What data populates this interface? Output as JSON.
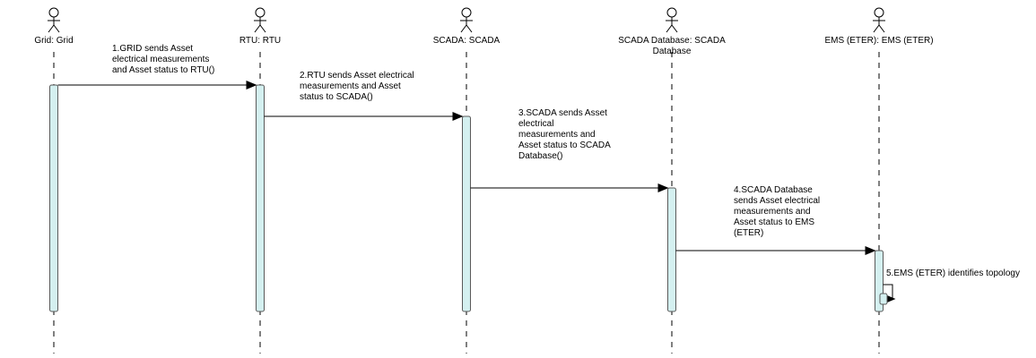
{
  "diagram": {
    "type": "sequence",
    "colors": {
      "line": "#000000",
      "activation_fill": "#d4f0f0",
      "activation_stroke": "#5a5a5a",
      "background": "#ffffff"
    },
    "lifelines": [
      {
        "id": "grid",
        "label_lines": [
          "Grid: Grid"
        ]
      },
      {
        "id": "rtu",
        "label_lines": [
          "RTU: RTU"
        ]
      },
      {
        "id": "scada",
        "label_lines": [
          "SCADA: SCADA"
        ]
      },
      {
        "id": "scada-db",
        "label_lines": [
          "SCADA Database: SCADA",
          "Database"
        ]
      },
      {
        "id": "ems",
        "label_lines": [
          "EMS (ETER): EMS (ETER)"
        ]
      }
    ],
    "messages": [
      {
        "from": "grid",
        "to": "rtu",
        "label_lines": [
          "1.GRID sends Asset",
          "electrical measurements",
          "and Asset status to RTU()"
        ]
      },
      {
        "from": "rtu",
        "to": "scada",
        "label_lines": [
          "2.RTU sends Asset electrical",
          "measurements and Asset",
          "status to SCADA()"
        ]
      },
      {
        "from": "scada",
        "to": "scada-db",
        "label_lines": [
          "3.SCADA sends Asset",
          "electrical",
          "measurements and",
          "Asset status to SCADA",
          "Database()"
        ]
      },
      {
        "from": "scada-db",
        "to": "ems",
        "label_lines": [
          "4.SCADA Database",
          "sends Asset electrical",
          "measurements and",
          "Asset status to EMS",
          "(ETER)"
        ]
      },
      {
        "from": "ems",
        "to": "ems",
        "self": true,
        "label_lines": [
          "5.EMS (ETER) identifies topology"
        ]
      }
    ]
  }
}
